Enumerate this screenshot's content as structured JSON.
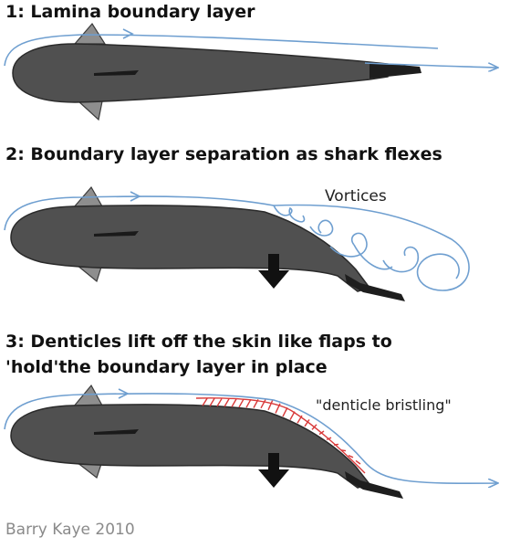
{
  "panels": [
    {
      "title": "1: Lamina boundary layer"
    },
    {
      "title": "2: Boundary layer separation as shark flexes",
      "annotation": "Vortices"
    },
    {
      "title_line1": "3: Denticles lift off the skin like flaps to",
      "title_line2": "'hold'the boundary layer in place",
      "annotation": "\"denticle bristling\""
    }
  ],
  "credit": "Barry Kaye 2010",
  "colors": {
    "body": "#505050",
    "outline": "#2a2a2a",
    "flow": "#6f9fd0",
    "denticles": "#d83a3a",
    "arrow": "#111111"
  }
}
